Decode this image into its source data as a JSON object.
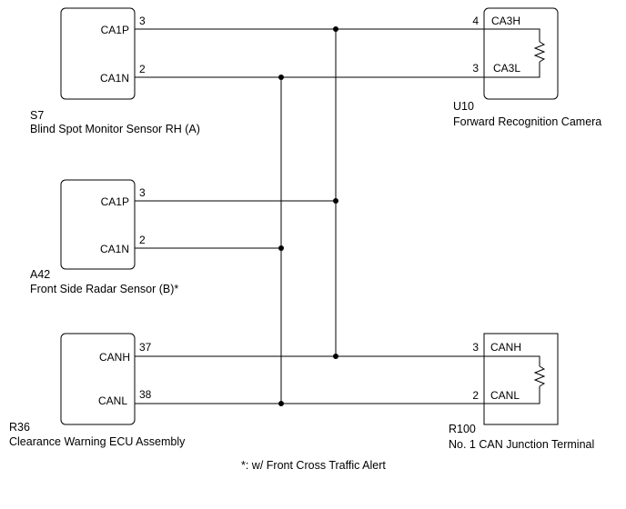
{
  "components": {
    "s7": {
      "code": "S7",
      "name": "Blind Spot Monitor Sensor RH (A)",
      "pins": [
        {
          "label": "CA1P",
          "number": "3"
        },
        {
          "label": "CA1N",
          "number": "2"
        }
      ]
    },
    "a42": {
      "code": "A42",
      "name": "Front Side Radar Sensor (B)*",
      "pins": [
        {
          "label": "CA1P",
          "number": "3"
        },
        {
          "label": "CA1N",
          "number": "2"
        }
      ]
    },
    "r36": {
      "code": "R36",
      "name": "Clearance Warning ECU Assembly",
      "pins": [
        {
          "label": "CANH",
          "number": "37"
        },
        {
          "label": "CANL",
          "number": "38"
        }
      ]
    },
    "u10": {
      "code": "U10",
      "name": "Forward Recognition Camera",
      "pins": [
        {
          "label": "CA3H",
          "number": "4"
        },
        {
          "label": "CA3L",
          "number": "3"
        }
      ]
    },
    "r100": {
      "code": "R100",
      "name": "No. 1 CAN Junction Terminal",
      "pins": [
        {
          "label": "CANH",
          "number": "3"
        },
        {
          "label": "CANL",
          "number": "2"
        }
      ]
    }
  },
  "footnote": "*: w/ Front Cross Traffic Alert"
}
